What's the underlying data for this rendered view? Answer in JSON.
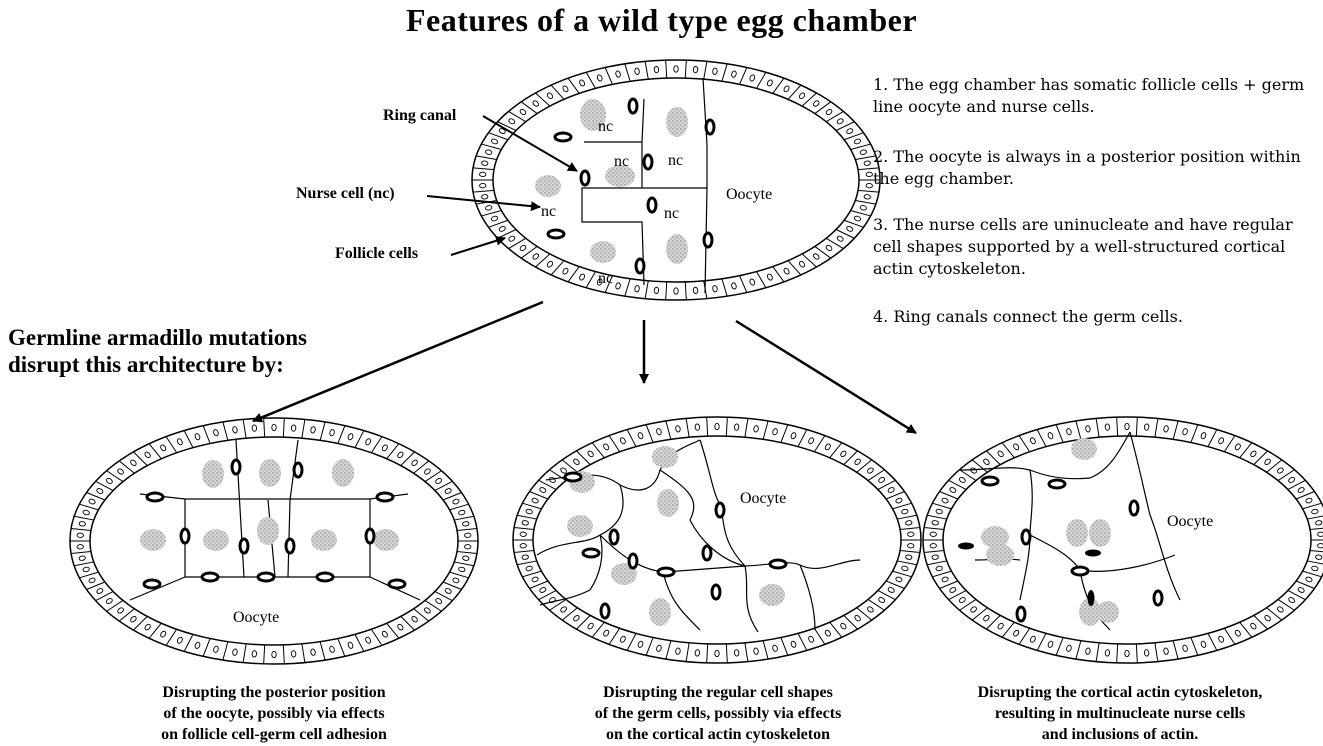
{
  "title": "Features of a wild type egg chamber",
  "features": [
    "1.  The egg chamber has somatic follicle cells + germ line oocyte and nurse cells.",
    "2.  The oocyte is always in a posterior position within the egg chamber.",
    "3.   The nurse cells are uninucleate and have regular cell shapes supported by a well-structured cortical actin cytoskeleton.",
    "4.  Ring canals connect the germ cells."
  ],
  "labels": {
    "ring_canal": "Ring canal",
    "nurse_cell": "Nurse cell (nc)",
    "follicle_cells": "Follicle cells",
    "nc": "nc",
    "oocyte": "Oocyte"
  },
  "mutation_heading": {
    "line1": "Germline armadillo mutations",
    "line2": "disrupt this architecture by:"
  },
  "captions": [
    [
      "Disrupting the posterior position",
      "of the oocyte, possibly via effects",
      "on follicle cell-germ cell adhesion"
    ],
    [
      "Disrupting the regular cell shapes",
      "of the germ cells, possibly via effects",
      "on the cortical actin cytoskeleton"
    ],
    [
      "Disrupting the cortical actin cytoskeleton,",
      "resulting in multinucleate nurse cells",
      "and inclusions of actin."
    ]
  ]
}
